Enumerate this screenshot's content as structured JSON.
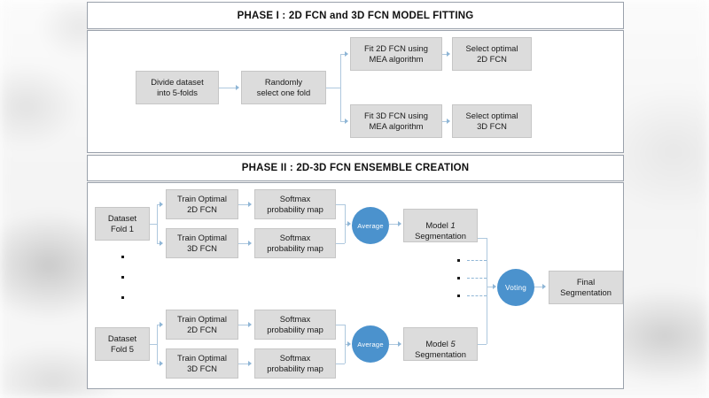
{
  "phase1": {
    "title": "PHASE I : 2D FCN and 3D FCN MODEL FITTING",
    "nodes": {
      "divide": "Divide dataset\ninto 5-folds",
      "select_fold": "Randomly\nselect one fold",
      "fit2d": "Fit 2D FCN using\nMEA algorithm",
      "fit3d": "Fit 3D FCN using\nMEA algorithm",
      "opt2d": "Select optimal\n2D FCN",
      "opt3d": "Select optimal\n3D FCN"
    }
  },
  "phase2": {
    "title": "PHASE II : 2D-3D FCN ENSEMBLE CREATION",
    "branch_top": {
      "dataset": "Dataset\nFold 1",
      "train2d": "Train Optimal\n2D FCN",
      "train3d": "Train Optimal\n3D FCN",
      "softmax2d": "Softmax\nprobability map",
      "softmax3d": "Softmax\nprobability map",
      "average": "Average",
      "model_label_prefix": "Model ",
      "model_index": "1",
      "model_suffix": "\nSegmentation"
    },
    "branch_bottom": {
      "dataset": "Dataset\nFold 5",
      "train2d": "Train Optimal\n2D FCN",
      "train3d": "Train Optimal\n3D FCN",
      "softmax2d": "Softmax\nprobability map",
      "softmax3d": "Softmax\nprobability map",
      "average": "Average",
      "model_label_prefix": "Model ",
      "model_index": "5",
      "model_suffix": "\nSegmentation"
    },
    "voting": "Voting",
    "final": "Final\nSegmentation"
  },
  "colors": {
    "node_fill": "#dcdcdc",
    "node_border": "#c6c6c6",
    "circle_fill": "#4b92cd",
    "connector": "#aec8de",
    "panel_border": "#9aa1ab",
    "text": "#1a1a1a"
  }
}
